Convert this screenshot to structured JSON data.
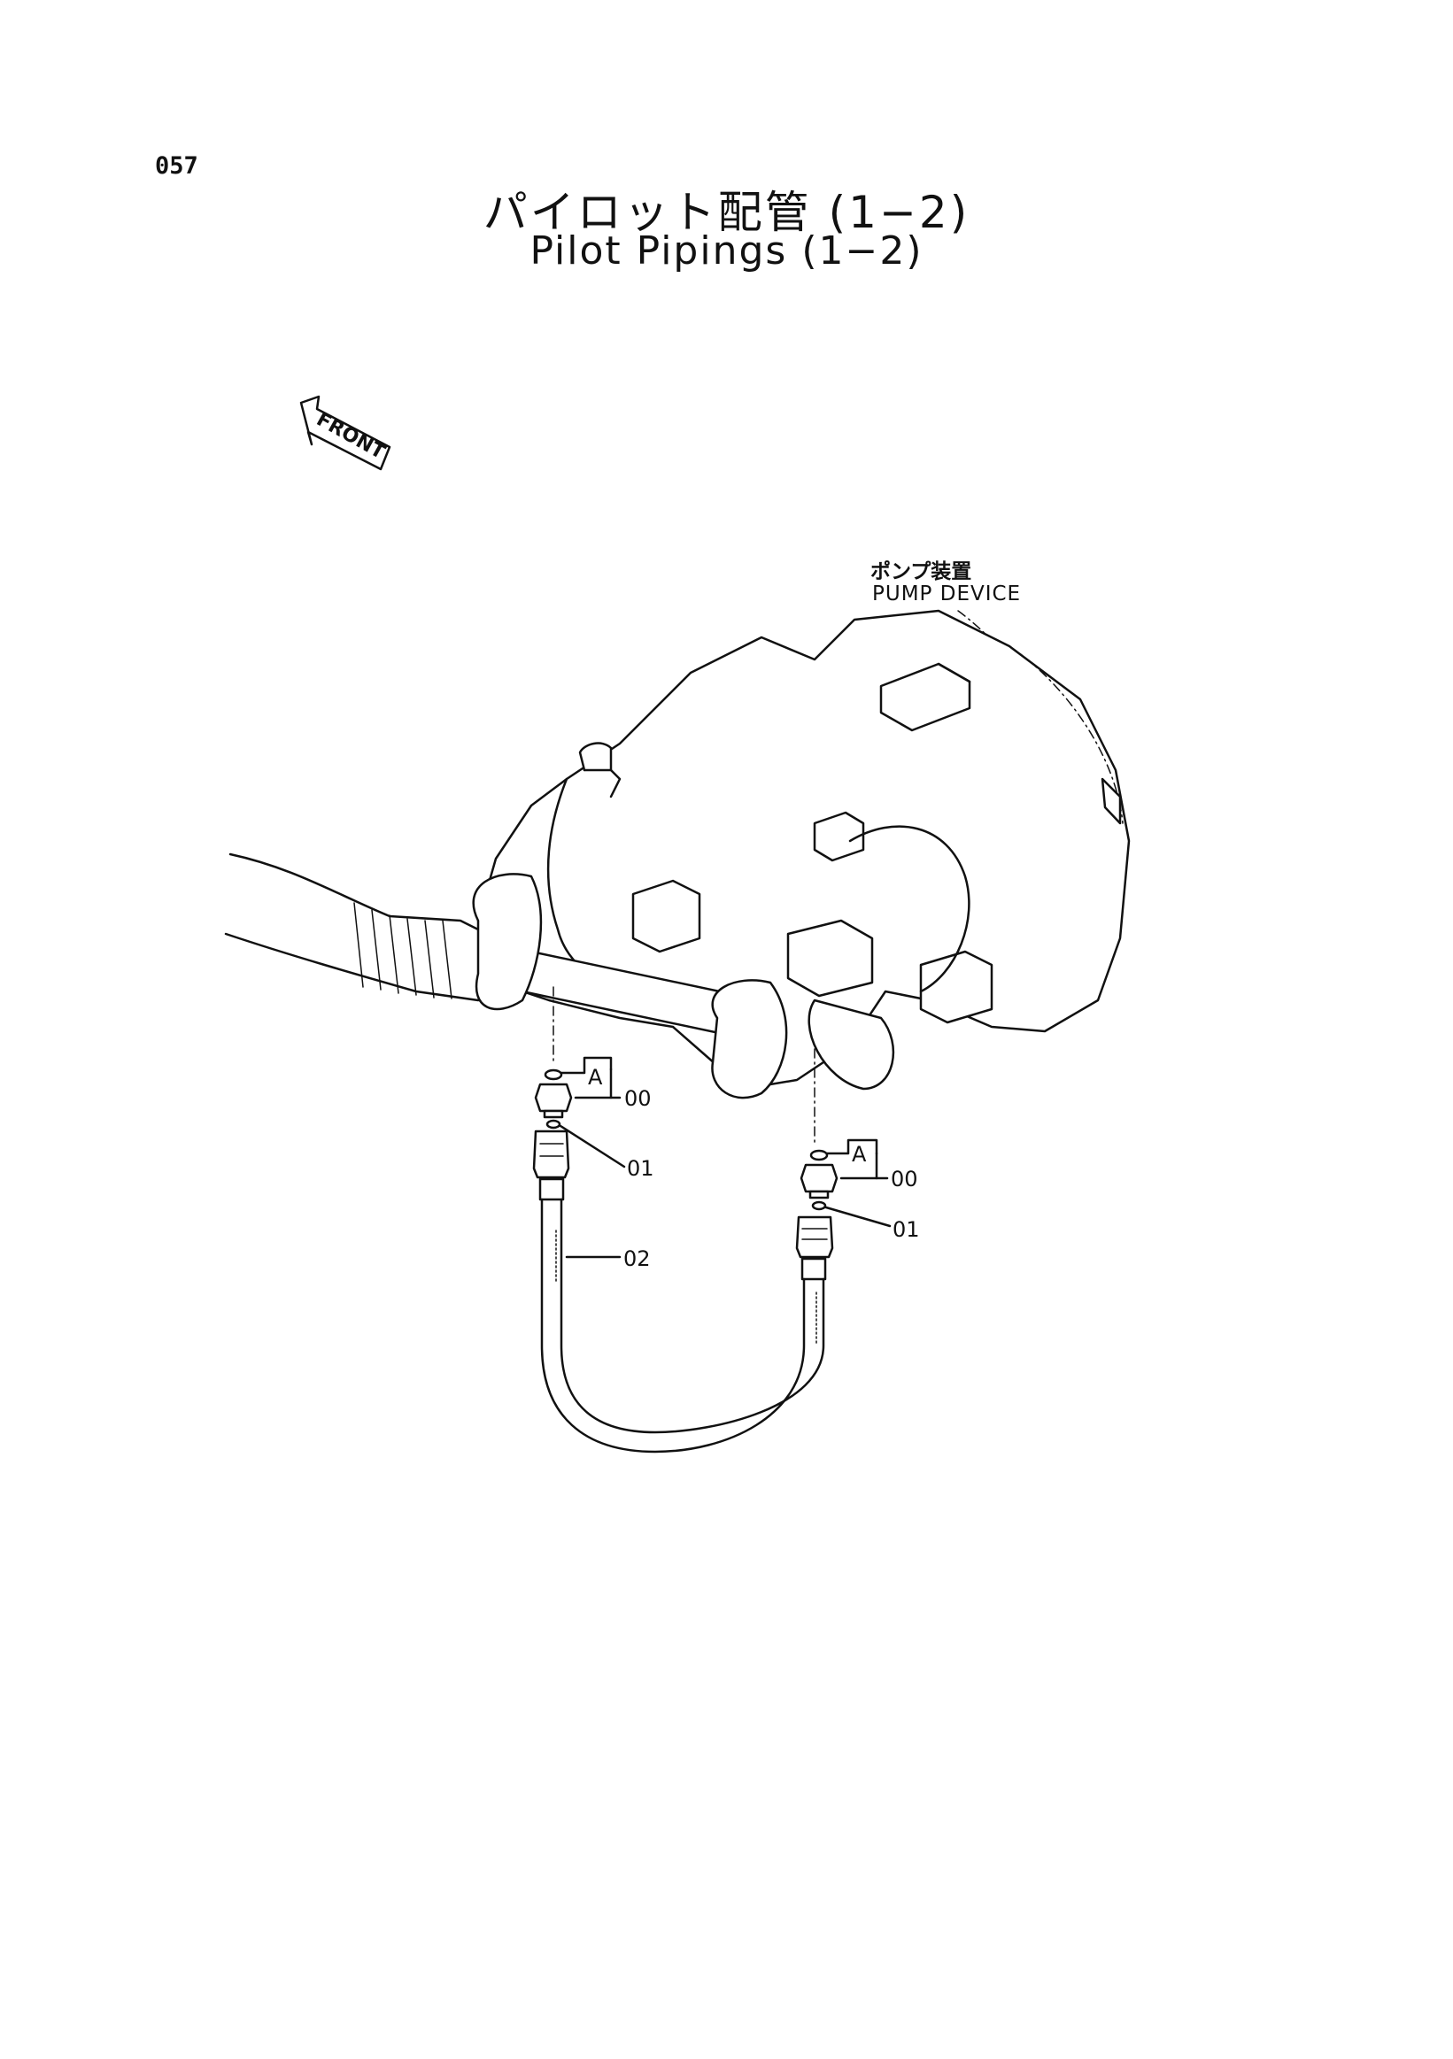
{
  "page": {
    "number": "057",
    "title_jp": "パイロット配管 (1−2)",
    "title_en": "Pilot Pipings (1−2)"
  },
  "front_arrow": {
    "label": "FRONT"
  },
  "callouts": {
    "pump_device_jp": "ポンプ装置",
    "pump_device_en": "PUMP DEVICE"
  },
  "part_labels": {
    "left_a": "A",
    "left_00": "00",
    "left_01": "01",
    "hose_02": "02",
    "right_a": "A",
    "right_00": "00",
    "right_01": "01"
  }
}
